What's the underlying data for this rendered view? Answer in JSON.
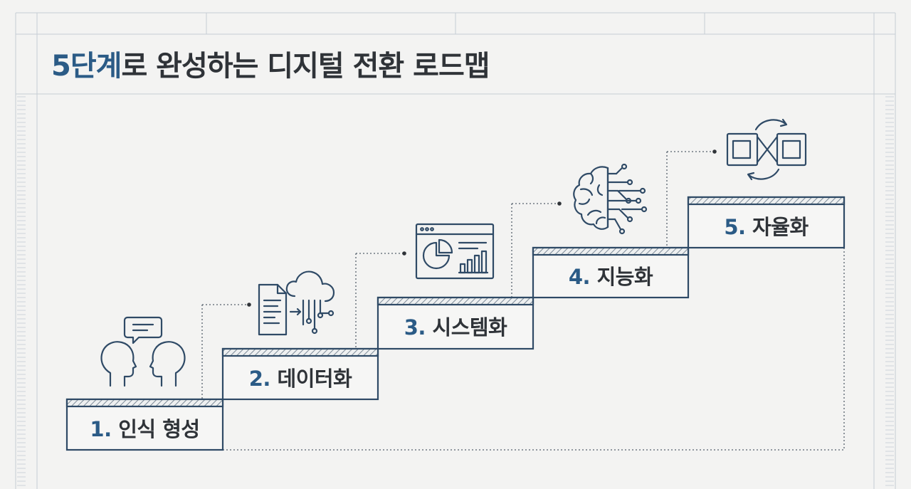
{
  "title": {
    "accent": "5단계",
    "rest": "로 완성하는 디지털 전환 로드맵"
  },
  "steps": [
    {
      "num": "1.",
      "label": "인식 형성",
      "icon": "people-conversation-icon"
    },
    {
      "num": "2.",
      "label": "데이터화",
      "icon": "document-cloud-icon"
    },
    {
      "num": "3.",
      "label": "시스템화",
      "icon": "dashboard-window-icon"
    },
    {
      "num": "4.",
      "label": "지능화",
      "icon": "brain-circuit-icon"
    },
    {
      "num": "5.",
      "label": "자율화",
      "icon": "autonomous-loop-icon"
    }
  ],
  "colors": {
    "navy": "#2b5b86",
    "ink": "#2f3338",
    "line": "#2f4a66",
    "grid": "#b9c3cc"
  }
}
